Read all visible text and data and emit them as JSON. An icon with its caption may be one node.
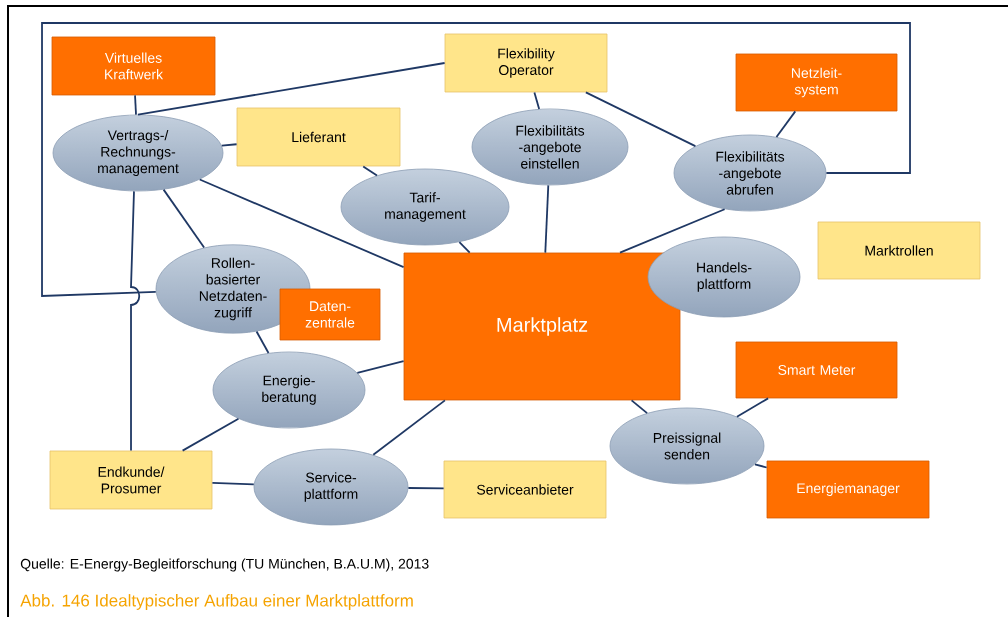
{
  "diagram": {
    "caption": "Abb. 146 Idealtypischer Aufbau einer Marktplattform",
    "nodes": [
      {
        "text": [
          "Virtuelles Kraftwerk"
        ]
      },
      {
        "text": [
          "Flexibility Operator"
        ]
      },
      {
        "text": [
          "Netzleit- system"
        ]
      },
      {
        "text": [
          "Vertrags-/ Rechnungs- management"
        ]
      },
      {
        "text": [
          "Lieferant"
        ]
      },
      {
        "text": [
          "Flexibilitäts -angebote einstellen"
        ]
      },
      {
        "text": [
          "Flexibilitäts -angebote abrufen"
        ]
      },
      {
        "text": [
          "Tarif- management"
        ]
      },
      {
        "text": [
          "Marktrollen"
        ]
      },
      {
        "text": [
          "Rollen- basierter Netzdaten- zugriff"
        ]
      },
      {
        "text": [
          "Handels- plattform"
        ]
      },
      {
        "text": [
          "Marktplatz"
        ]
      },
      {
        "text": [
          "Daten- zentrale"
        ]
      },
      {
        "text": [
          "Energie- beratung"
        ]
      },
      {
        "text": [
          "Smart Meter"
        ]
      },
      {
        "text": [
          "Preissignal senden"
        ]
      },
      {
        "text": [
          "Endkunde/ Prosumer"
        ]
      },
      {
        "text": [
          "Service- plattform"
        ]
      },
      {
        "text": [
          "Serviceanbieter"
        ]
      },
      {
        "text": [
          "Energiemanager"
        ]
      }
    ],
    "edges": [
      {
        "from": 0,
        "to": 3,
        "arrow": "none"
      },
      {
        "from": 1,
        "to": 3,
        "arrow": "none"
      },
      {
        "from": 3,
        "to": 4,
        "arrow": "none"
      },
      {
        "from": 4,
        "to": 7,
        "arrow": "none"
      },
      {
        "from": 3,
        "to": 9,
        "arrow": "none"
      },
      {
        "from": 3,
        "to": 11,
        "arrow": "none"
      },
      {
        "from": 3,
        "to": 16,
        "arrow": "none"
      },
      {
        "from": 1,
        "to": 5,
        "arrow": "none"
      },
      {
        "from": 1,
        "to": 6,
        "arrow": "none"
      },
      {
        "from": 2,
        "to": 6,
        "arrow": "none"
      },
      {
        "from": 5,
        "to": 11,
        "arrow": "none"
      },
      {
        "from": 6,
        "to": 11,
        "arrow": "none"
      },
      {
        "from": 7,
        "to": 11,
        "arrow": "none"
      },
      {
        "from": 9,
        "to": 13,
        "arrow": "none"
      },
      {
        "from": 13,
        "to": 11,
        "arrow": "none"
      },
      {
        "from": 13,
        "to": 16,
        "arrow": "none"
      },
      {
        "from": 16,
        "to": 17,
        "arrow": "none"
      },
      {
        "from": 17,
        "to": 18,
        "arrow": "none"
      },
      {
        "from": 17,
        "to": 11,
        "arrow": "none"
      },
      {
        "from": 11,
        "to": 15,
        "arrow": "none"
      },
      {
        "from": 15,
        "to": 14,
        "arrow": "none"
      },
      {
        "from": 15,
        "to": 19,
        "arrow": "none"
      },
      {
        "from": 6,
        "to": 9,
        "arrow": "none"
      }
    ],
    "labels": [
      "Quelle: E-Energy-Begleitforschung (TU München, B.A.U.M), 2013"
    ]
  }
}
